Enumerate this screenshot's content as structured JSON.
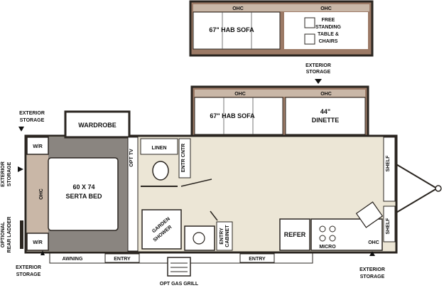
{
  "labels": {
    "ohc": "OHC",
    "sofa_slide": "67\" HAB SOFA",
    "free_standing": [
      "FREE",
      "STANDING",
      "TABLE &",
      "CHAIRS"
    ],
    "exterior_storage": [
      "EXTERIOR",
      "STORAGE"
    ],
    "dinette": [
      "44\"",
      "DINETTE"
    ],
    "wardrobe": "WARDROBE",
    "wr": "W/R",
    "linen": "LINEN",
    "entr_cntr": "ENTR CNTR",
    "opt_tv": "OPT TV",
    "bed": [
      "60 X 74",
      "SERTA BED"
    ],
    "shelf": "SHELF",
    "garden_shower": [
      "GARDEN",
      "SHOWER"
    ],
    "entry_cabinet": [
      "ENTRY",
      "CABINET"
    ],
    "refer": "REFER",
    "micro": "MICRO",
    "optional_rear_ladder": [
      "OPTIONAL",
      "REAR LADDER"
    ],
    "awning": "AWNING",
    "entry": "ENTRY",
    "opt_gas_grill": "OPT GAS GRILL"
  },
  "colors": {
    "wall": "#2a2520",
    "floor": "#ece6d6",
    "carpet": "#8a8580",
    "bedroom_floor": "#a8a39d",
    "slide_out": "#9c7a66",
    "ohc_band": "#c9b7a7",
    "fixture": "#ffffff",
    "bath_floor": "#d9d2c2"
  }
}
